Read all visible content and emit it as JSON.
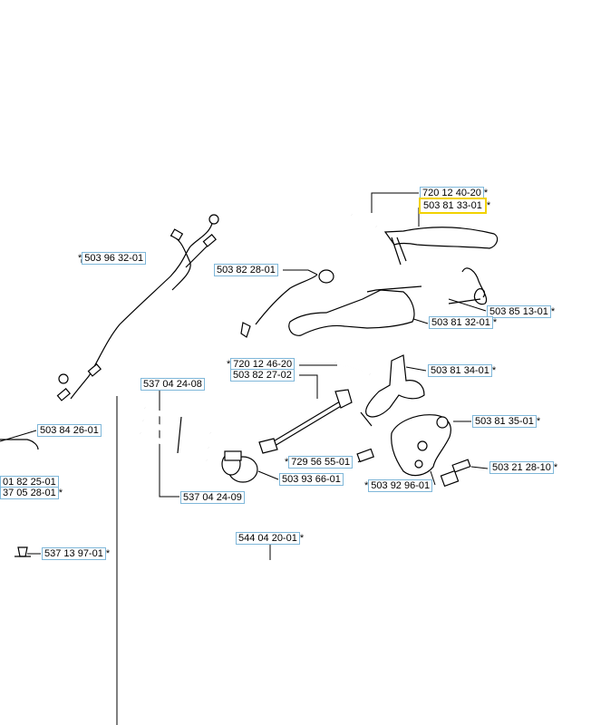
{
  "highlight_color": "#f2d200",
  "box_color": "#7fb7d9",
  "labels": {
    "p72012_40_20": {
      "text": "720 12 40-20",
      "suffix": "*"
    },
    "p50381_33_01": {
      "text": "503 81 33-01",
      "suffix": "*"
    },
    "p50396_32_01": {
      "text": "503 96 32-01",
      "prefix": "*"
    },
    "p50382_28_01": {
      "text": "503 82 28-01"
    },
    "p50385_13_01": {
      "text": "503 85 13-01",
      "suffix": "*"
    },
    "p50381_32_01": {
      "text": "503 81 32-01",
      "suffix": "*"
    },
    "p72012_46_20": {
      "text": "720 12 46-20",
      "prefix": "*"
    },
    "p50382_27_02": {
      "text": "503 82 27-02"
    },
    "p50381_34_01": {
      "text": "503 81 34-01",
      "suffix": "*"
    },
    "p53704_24_08": {
      "text": "537 04 24-08"
    },
    "p50381_35_01": {
      "text": "503 81 35-01",
      "suffix": "*"
    },
    "p50384_26_01": {
      "text": "503 84 26-01"
    },
    "p72956_55_01": {
      "text": "729 56 55-01",
      "prefix": "*"
    },
    "p50321_28_10": {
      "text": "503 21 28-10",
      "suffix": "*"
    },
    "p50393_66_01": {
      "text": "503 93 66-01"
    },
    "p01_82_25_01": {
      "text": "01 82 25-01"
    },
    "p37_05_28_01": {
      "text": "37 05 28-01",
      "suffix": "*"
    },
    "p50392_96_01": {
      "text": "503 92 96-01",
      "prefix": "*"
    },
    "p53704_24_09": {
      "text": "537 04 24-09"
    },
    "p54404_20_01": {
      "text": "544 04 20-01",
      "suffix": "*"
    },
    "p53713_97_01": {
      "text": "537 13 97-01",
      "suffix": "*"
    }
  }
}
